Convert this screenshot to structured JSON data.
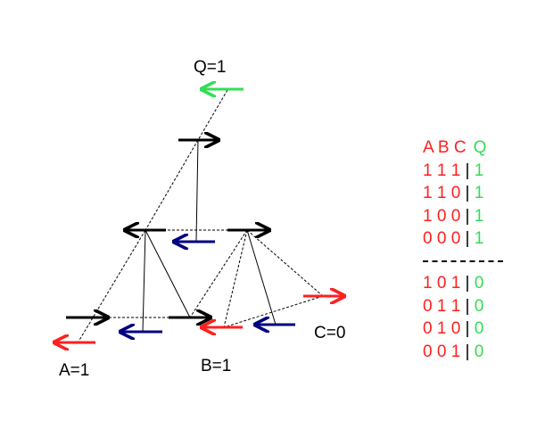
{
  "labels": {
    "q": "Q=1",
    "a": "A=1",
    "b": "B=1",
    "c": "C=0"
  },
  "colors": {
    "input": "#ff2020",
    "output": "#33dd55",
    "spin_up": "#000000",
    "spin_down": "#000080"
  },
  "truth_table": {
    "header": {
      "inputs": "A B C",
      "output": "Q"
    },
    "rows_true": [
      {
        "inputs": "1 1 1",
        "sep": "|",
        "q": "1"
      },
      {
        "inputs": "1 1 0",
        "sep": "|",
        "q": "1"
      },
      {
        "inputs": "1 0 0",
        "sep": "|",
        "q": "1"
      },
      {
        "inputs": "0 0 0",
        "sep": "|",
        "q": "1"
      }
    ],
    "rows_false": [
      {
        "inputs": "1 0 1",
        "sep": "|",
        "q": "0"
      },
      {
        "inputs": "0 1 1",
        "sep": "|",
        "q": "0"
      },
      {
        "inputs": "0 1 0",
        "sep": "|",
        "q": "0"
      },
      {
        "inputs": "0 0 1",
        "sep": "|",
        "q": "0"
      }
    ]
  }
}
